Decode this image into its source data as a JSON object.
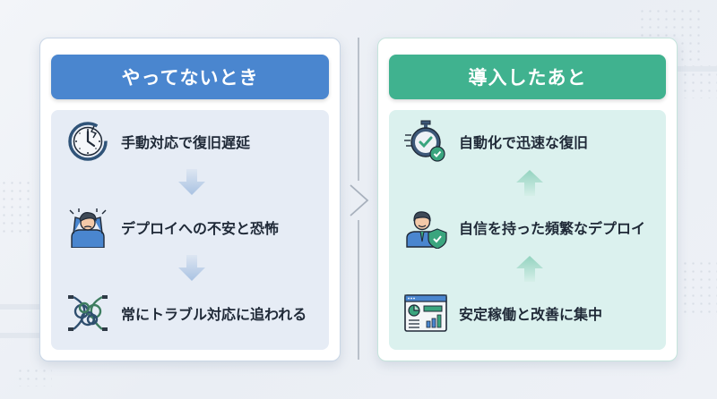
{
  "before": {
    "title": "やってないとき",
    "accent": "#4a86cf",
    "items": [
      {
        "icon": "broken-clock-icon",
        "label": "手動対応で復旧遅延"
      },
      {
        "icon": "stressed-person-icon",
        "label": "デプロイへの不安と恐怖"
      },
      {
        "icon": "tangled-cables-icon",
        "label": "常にトラブル対応に追われる"
      }
    ],
    "arrow_direction": "down"
  },
  "after": {
    "title": "導入したあと",
    "accent": "#40b28f",
    "items": [
      {
        "icon": "stopwatch-check-icon",
        "label": "自動化で迅速な復旧"
      },
      {
        "icon": "confident-person-shield-icon",
        "label": "自信を持った頻繁なデプロイ"
      },
      {
        "icon": "dashboard-icon",
        "label": "安定稼働と改善に集中"
      }
    ],
    "arrow_direction": "up"
  },
  "transition_icon": "chevron-right-icon"
}
